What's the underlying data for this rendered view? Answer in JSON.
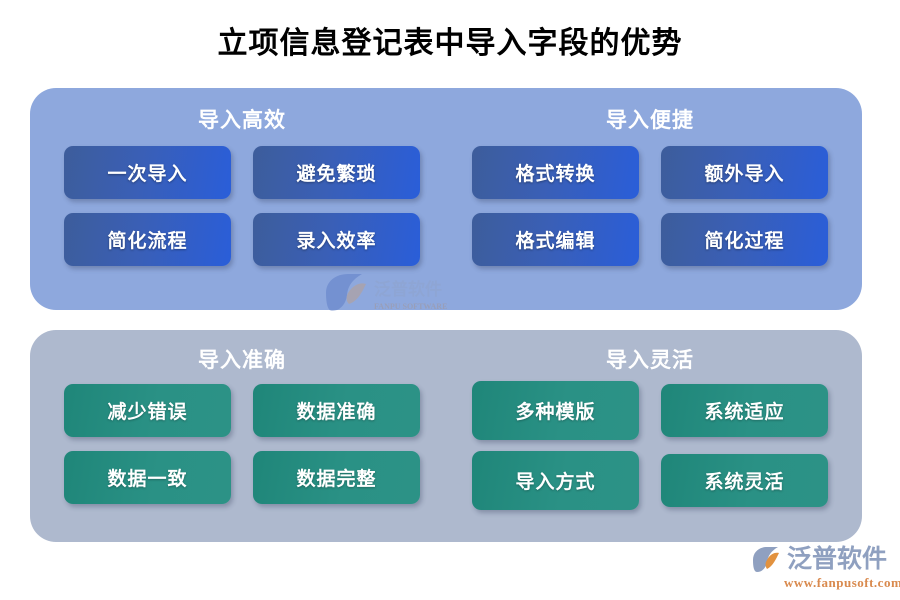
{
  "page": {
    "title": "立项信息登记表中导入字段的优势"
  },
  "panels": [
    {
      "id": "blue-panel",
      "color": "#8ea8dd",
      "card_color_from": "#3d5d9b",
      "card_color_to": "#2a5ed9",
      "groups": [
        {
          "id": "import-efficient",
          "title": "导入高效",
          "cards": [
            "一次导入",
            "避免繁琐",
            "简化流程",
            "录入效率"
          ]
        },
        {
          "id": "import-convenient",
          "title": "导入便捷",
          "cards": [
            "格式转换",
            "额外导入",
            "格式编辑",
            "简化过程"
          ]
        }
      ]
    },
    {
      "id": "green-panel",
      "color": "#aeb9ce",
      "card_color_from": "#1f8679",
      "card_color_to": "#2c9286",
      "groups": [
        {
          "id": "import-accurate",
          "title": "导入准确",
          "cards": [
            "减少错误",
            "数据准确",
            "数据一致",
            "数据完整"
          ]
        },
        {
          "id": "import-flexible",
          "title": "导入灵活",
          "cards": [
            "多种模版",
            "系统适应",
            "导入方式",
            "系统灵活"
          ]
        }
      ]
    }
  ],
  "brand": {
    "name": "泛普软件",
    "url": "www.fanpusoft.com",
    "name_color": "#8fa0c0",
    "url_color": "#d98a4e"
  }
}
